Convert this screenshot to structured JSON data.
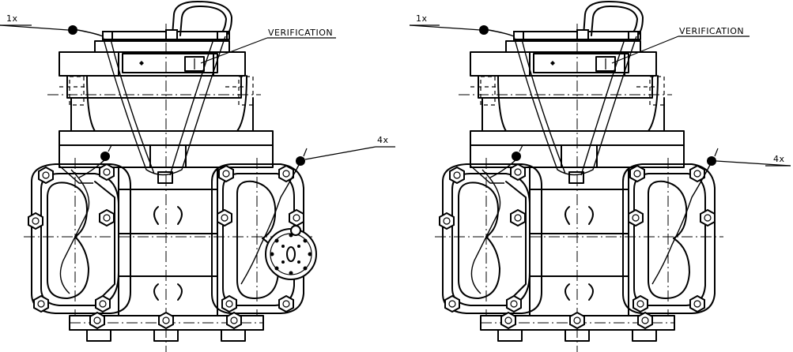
{
  "drawing": {
    "views": [
      {
        "id": "left",
        "callouts": {
          "top": "1x",
          "side": "4x",
          "verification": "VERIFICATION"
        }
      },
      {
        "id": "right",
        "callouts": {
          "top": "1x",
          "side": "4x",
          "verification": "VERIFICATION"
        }
      }
    ],
    "ink_color": "#000000",
    "paper_color": "#ffffff"
  }
}
